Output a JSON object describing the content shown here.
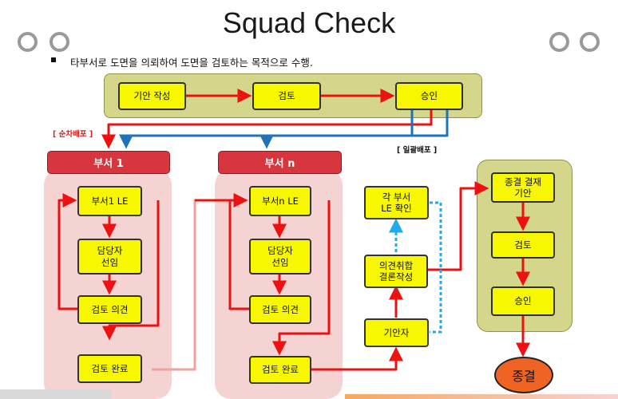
{
  "title": "Squad Check",
  "bullet": "타부서로 도면을 의뢰하여 도면을 검토하는 목적으로 수행.",
  "top_flow": {
    "draft": "기안 작성",
    "review": "검토",
    "approve": "승인"
  },
  "notes": {
    "sequential": "[ 순차배포 ]",
    "batch": "[ 일괄배포 ]"
  },
  "dept1": {
    "header": "부서 1",
    "le": "부서1 LE",
    "assign": "담당자\n선임",
    "opinion": "검토 의견",
    "done": "검토 완료"
  },
  "deptn": {
    "header": "부서 n",
    "le": "부서n LE",
    "assign": "담당자\n선임",
    "opinion": "검토 의견",
    "done": "검토 완료"
  },
  "middle": {
    "check": "각 부서\nLE 확인",
    "collect": "의견취합\n결론작성",
    "drafter": "기안자"
  },
  "final": {
    "approval_draft": "종결 결재\n기안",
    "review": "검토",
    "approve": "승인",
    "end": "종결"
  },
  "colors": {
    "red": "#ee1111",
    "blue": "#1f73b8",
    "cyan": "#22aaee",
    "yellow": "#f7f700",
    "olive": "#d4d68b",
    "pink": "#f6d3d3"
  }
}
